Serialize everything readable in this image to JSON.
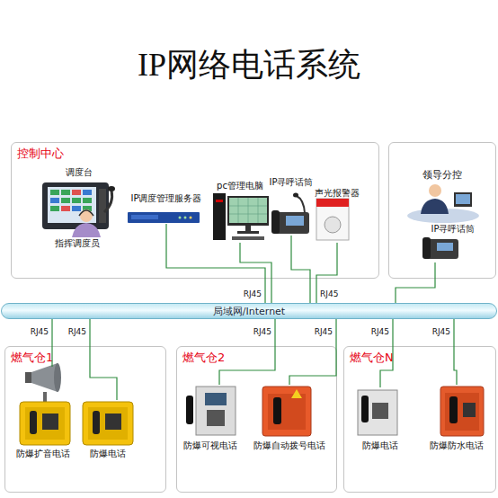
{
  "diagram": {
    "title": "IP网络电话系统",
    "nodes": [
      {
        "text": [
          "控制中心"
        ]
      },
      {
        "text": [
          "调度台"
        ],
        "in": 0
      },
      {
        "text": [
          "指挥调度员"
        ],
        "in": 0
      },
      {
        "text": [
          "IP调度管理服务器"
        ],
        "in": 0
      },
      {
        "text": [
          "pc管理电脑"
        ],
        "in": 0
      },
      {
        "text": [
          "IP寻呼话筒"
        ],
        "in": 0
      },
      {
        "text": [
          "声光报警器"
        ],
        "in": 0
      },
      {
        "text": [
          "领导分控"
        ]
      },
      {
        "text": [
          "IP寻呼话筒"
        ],
        "in": 7
      },
      {
        "text": [
          "局域网/Internet"
        ]
      },
      {
        "text": [
          "燃气仓1"
        ]
      },
      {
        "text": [
          "防爆扩音电话"
        ],
        "in": 10
      },
      {
        "text": [
          "防爆电话"
        ],
        "in": 10
      },
      {
        "text": [
          "燃气仓2"
        ]
      },
      {
        "text": [
          "防爆可视电话"
        ],
        "in": 13
      },
      {
        "text": [
          "防爆自动拨号电话"
        ],
        "in": 13
      },
      {
        "text": [
          "燃气仓N"
        ]
      },
      {
        "text": [
          "防爆电话"
        ],
        "in": 16
      },
      {
        "text": [
          "防爆防水电话"
        ],
        "in": 16
      }
    ],
    "edges": [
      {
        "from": 3,
        "to": 9,
        "arrow": "none",
        "label": "RJ45"
      },
      {
        "from": 4,
        "to": 9,
        "arrow": "none"
      },
      {
        "from": 5,
        "to": 9,
        "arrow": "none"
      },
      {
        "from": 6,
        "to": 9,
        "arrow": "none",
        "label": "RJ45"
      },
      {
        "from": 8,
        "to": 9,
        "arrow": "none"
      },
      {
        "from": 11,
        "to": 9,
        "arrow": "none",
        "label": "RJ45"
      },
      {
        "from": 12,
        "to": 9,
        "arrow": "none",
        "label": "RJ45"
      },
      {
        "from": 14,
        "to": 9,
        "arrow": "none",
        "label": "RJ45"
      },
      {
        "from": 15,
        "to": 9,
        "arrow": "none",
        "label": "RJ45"
      },
      {
        "from": 17,
        "to": 9,
        "arrow": "none",
        "label": "RJ45"
      },
      {
        "from": 18,
        "to": 9,
        "arrow": "none",
        "label": "RJ45"
      }
    ]
  }
}
